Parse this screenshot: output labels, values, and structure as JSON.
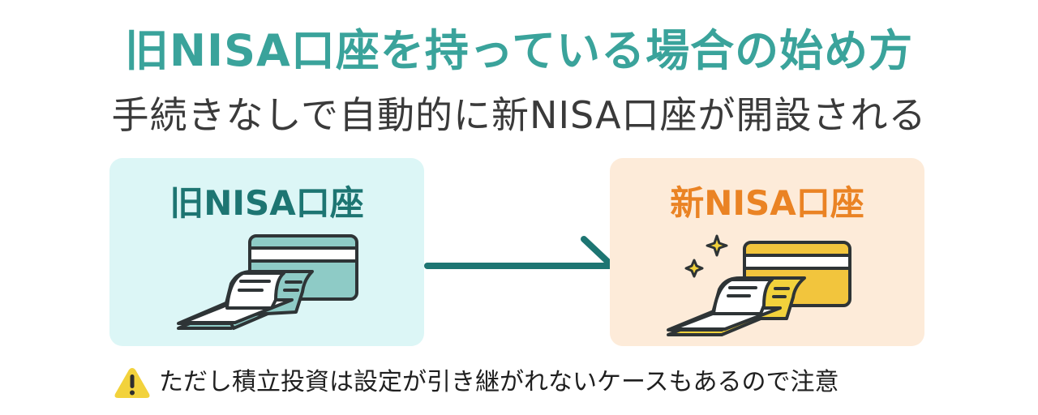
{
  "header": {
    "title": "旧NISA口座を持っている場合の始め方",
    "subtitle": "手続きなしで自動的に新NISA口座が開設される"
  },
  "panels": {
    "old": {
      "label": "旧NISA口座",
      "bg_color": "#dcf6f6",
      "label_color": "#1d7572",
      "accent_color": "#8ecbc6",
      "icon": "card-and-passbook-icon"
    },
    "new": {
      "label": "新NISA口座",
      "bg_color": "#fdebd9",
      "label_color": "#ea8324",
      "accent_color": "#f2c53d",
      "icon": "card-and-passbook-sparkle-icon"
    }
  },
  "arrow": {
    "color": "#1d7572",
    "icon": "arrow-right-icon"
  },
  "note": {
    "icon": "warning-icon",
    "icon_color": "#f2d23c",
    "text": "ただし積立投資は設定が引き継がれないケースもあるので注意"
  },
  "colors": {
    "title": "#3aa39b",
    "subtitle": "#3a3a3a",
    "outline": "#2e3436"
  }
}
